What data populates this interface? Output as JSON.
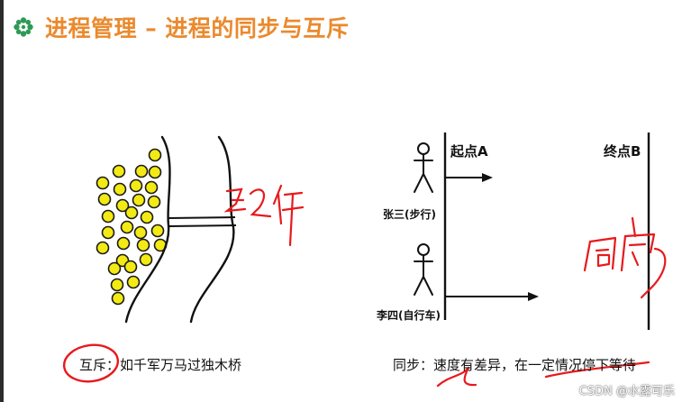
{
  "slide": {
    "title": "进程管理 – 进程的同步与互斥",
    "icon_name": "flower-bullet-icon",
    "accent_color": "#ea8a2e",
    "ink_red": "#e8191c"
  },
  "left_scene": {
    "caption": "互斥：如千军万马过独木桥",
    "handwritten_note": "互斥"
  },
  "right_scene": {
    "start_label": "起点A",
    "end_label": "终点B",
    "person1_label": "张三(步行)",
    "person2_label": "李四(自行车)",
    "caption": "同步：速度有差异，在一定情况停下等待",
    "handwritten_note": "同步"
  },
  "watermark": "CSDN @水露可乐"
}
